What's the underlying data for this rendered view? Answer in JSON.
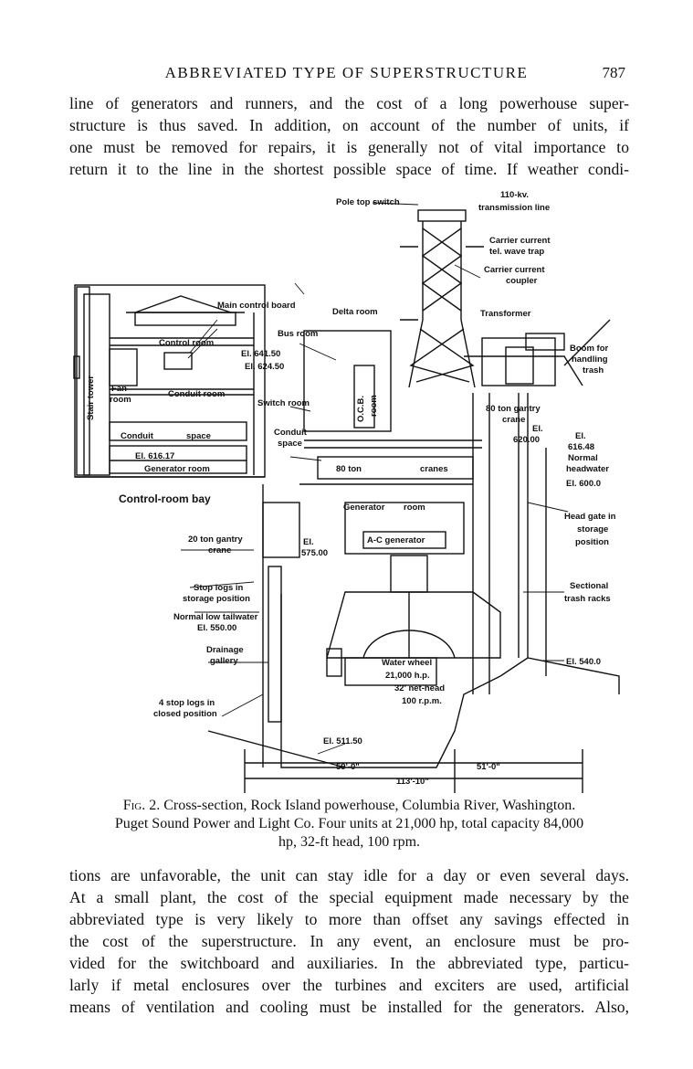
{
  "header": {
    "title": "ABBREVIATED TYPE OF SUPERSTRUCTURE",
    "page_number": "787"
  },
  "top_paragraph": [
    "line of generators and runners, and the cost of a long powerhouse super-",
    "structure is thus saved. In addition, on account of the number of units, if",
    "one must be removed for repairs, it is generally not of vital importance to",
    "return it to the line in the shortest possible space of time. If weather condi-"
  ],
  "figure": {
    "labels": {
      "pole_top_switch": "Pole top switch",
      "transmission_line_1": "110-kv.",
      "transmission_line_2": "transmission line",
      "carrier_trap_1": "Carrier current",
      "carrier_trap_2": "tel. wave trap",
      "carrier_coupler_1": "Carrier current",
      "carrier_coupler_2": "coupler",
      "main_control_board": "Main control board",
      "delta_room": "Delta room",
      "transformer": "Transformer",
      "bus_room": "Bus room",
      "el_641": "El. 641.50",
      "el_624": "El. 624.50",
      "control_room": "Control room",
      "stair_tower": "Stair tower",
      "fan_room_1": "Fan",
      "fan_room_2": "room",
      "conduit_room": "Conduit room",
      "switch_room": "Switch room",
      "ocb_room_1": "O.C.B.",
      "ocb_room_2": "room",
      "conduit_space": "Conduit",
      "space": "space",
      "conduit_space_2": "Conduit",
      "space_2": "space",
      "el_616": "El. 616.17",
      "generator_room_small": "Generator room",
      "control_room_bay": "Control-room bay",
      "boom_1": "Boom for",
      "boom_2": "handling",
      "boom_3": "trash",
      "gantry_80_1": "80 ton gantry",
      "gantry_80_2": "crane",
      "el_620_1": "El.",
      "el_620_2": "620.00",
      "el_616_48_1": "El.",
      "el_616_48_2": "616.48",
      "normal_hw_1": "Normal",
      "normal_hw_2": "headwater",
      "el_600": "El. 600.0",
      "cranes_80": "80 ton",
      "cranes_word": "cranes",
      "generator_room": "Generator",
      "room_word": "room",
      "ac_generator": "A-C generator",
      "head_gate_1": "Head gate in",
      "head_gate_2": "storage",
      "head_gate_3": "position",
      "gantry_20_1": "20 ton gantry",
      "gantry_20_2": "crane",
      "el_575_1": "El.",
      "el_575_2": "575.00",
      "stop_logs_1": "Stop logs in",
      "stop_logs_2": "storage position",
      "tailwater_1": "Normal low tailwater",
      "tailwater_2": "El. 550.00",
      "sectional_1": "Sectional",
      "sectional_2": "trash racks",
      "drainage_1": "Drainage",
      "drainage_2": "gallery",
      "water_wheel_1": "Water wheel",
      "water_wheel_2": "21,000 h.p.",
      "water_wheel_3": "32' net-head",
      "water_wheel_4": "100 r.p.m.",
      "el_540": "El. 540.0",
      "stop_logs_closed_1": "4 stop logs in",
      "stop_logs_closed_2": "closed position",
      "el_511": "El. 511.50",
      "dim_59": "59'-0\"",
      "dim_51": "51'-0\"",
      "dim_113": "113'-10\""
    }
  },
  "caption": {
    "fig_no": "Fig. 2.",
    "line1": "Cross-section, Rock Island powerhouse, Columbia River, Washington.",
    "line2": "Puget Sound Power and Light Co. Four units at 21,000 hp, total capacity 84,000",
    "line3": "hp, 32-ft head, 100 rpm."
  },
  "bottom_paragraph": [
    "tions are unfavorable, the unit can stay idle for a day or even several days.",
    "At a small plant, the cost of the special equipment made necessary by the",
    "abbreviated type is very likely to more than offset any savings effected in",
    "the cost of the superstructure. In any event, an enclosure must be pro-",
    "vided for the switchboard and auxiliaries. In the abbreviated type, particu-",
    "larly if metal enclosures over the turbines and exciters are used, artificial",
    "means of ventilation and cooling must be installed for the generators. Also,"
  ]
}
